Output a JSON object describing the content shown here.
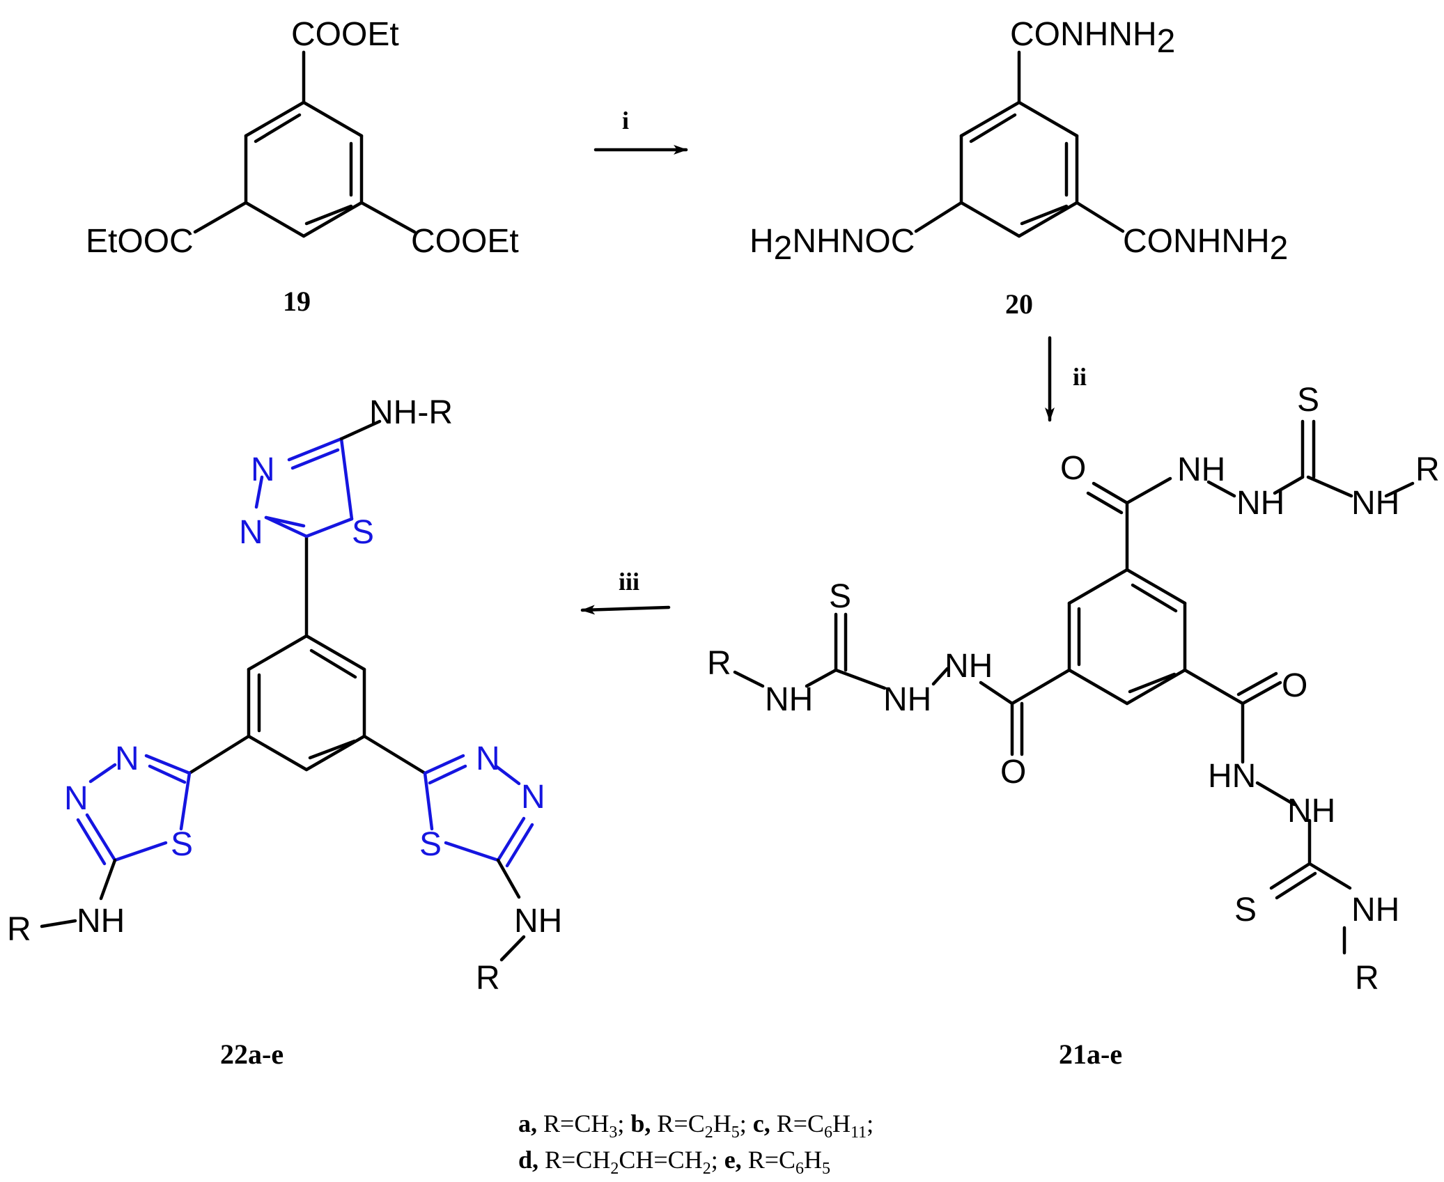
{
  "compounds": {
    "c19": {
      "number": "19",
      "substituents": [
        "COOEt",
        "EtOOC",
        "COOEt"
      ]
    },
    "c20": {
      "number": "20",
      "top": [
        "CONHNH",
        "2"
      ],
      "left": [
        "H",
        "2",
        "NHNOC"
      ],
      "right": [
        "CONHNH",
        "2"
      ]
    },
    "c21": {
      "number": "21a-e",
      "atoms": {
        "carbonyl_o": "O",
        "thione_s": "S",
        "nh": "NH",
        "hn": "HN",
        "r": "R"
      }
    },
    "c22": {
      "number": "22a-e",
      "atoms": {
        "n": "N",
        "s": "S",
        "nh": "NH",
        "r": "R",
        "top_amine": "NH-R"
      },
      "ring_color": "#1515e0"
    }
  },
  "steps": [
    {
      "label": "i",
      "from": "19",
      "to": "20"
    },
    {
      "label": "ii",
      "from": "20",
      "to": "21a-e"
    },
    {
      "label": "iii",
      "from": "21a-e",
      "to": "22a-e"
    }
  ],
  "legend": {
    "line1": [
      {
        "text": "a,",
        "bold": true
      },
      {
        "text": " R=CH"
      },
      {
        "text": "3",
        "sub": true
      },
      {
        "text": "; "
      },
      {
        "text": "b,",
        "bold": true
      },
      {
        "text": " R=C"
      },
      {
        "text": "2",
        "sub": true
      },
      {
        "text": "H"
      },
      {
        "text": "5",
        "sub": true
      },
      {
        "text": "; "
      },
      {
        "text": "c,",
        "bold": true
      },
      {
        "text": " R=C"
      },
      {
        "text": "6",
        "sub": true
      },
      {
        "text": "H"
      },
      {
        "text": "11",
        "sub": true
      },
      {
        "text": ";"
      }
    ],
    "line2": [
      {
        "text": "d,",
        "bold": true
      },
      {
        "text": " R=CH"
      },
      {
        "text": "2",
        "sub": true
      },
      {
        "text": "CH=CH"
      },
      {
        "text": "2",
        "sub": true
      },
      {
        "text": "; "
      },
      {
        "text": "e,",
        "bold": true
      },
      {
        "text": " R=C"
      },
      {
        "text": "6",
        "sub": true
      },
      {
        "text": "H"
      },
      {
        "text": "5",
        "sub": true
      }
    ]
  }
}
